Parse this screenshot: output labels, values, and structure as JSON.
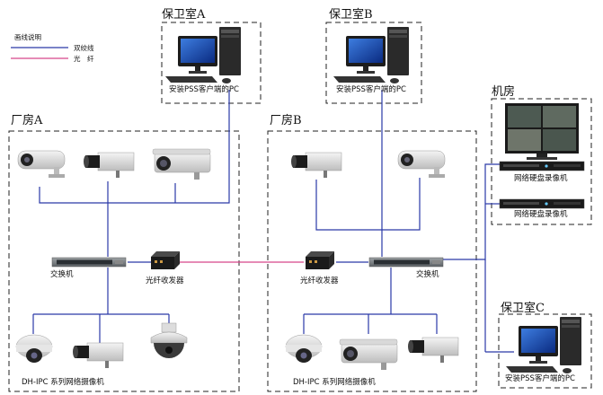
{
  "legend": {
    "title": "画线说明",
    "twisted_pair": "双绞线",
    "fiber": "光　纤",
    "colors": {
      "twisted_pair": "#2a39a8",
      "fiber": "#d8468a"
    }
  },
  "areas": {
    "guard_a": {
      "title": "保卫室A",
      "pc_label": "安装PSS客户端的PC"
    },
    "guard_b": {
      "title": "保卫室B",
      "pc_label": "安装PSS客户端的PC"
    },
    "guard_c": {
      "title": "保卫室C",
      "pc_label": "安装PSS客户端的PC"
    },
    "plant_a": {
      "title": "厂房A",
      "switch_label": "交换机",
      "transceiver_label": "光纤收发器",
      "camera_label": "DH-IPC 系列网络摄像机"
    },
    "plant_b": {
      "title": "厂房B",
      "switch_label": "交换机",
      "transceiver_label": "光纤收发器",
      "camera_label": "DH-IPC 系列网络摄像机"
    },
    "machine_room": {
      "title": "机房",
      "nvr1_label": "网络硬盘录像机",
      "nvr2_label": "网络硬盘录像机"
    }
  }
}
